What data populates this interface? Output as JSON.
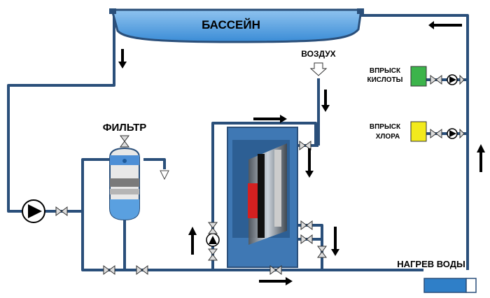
{
  "labels": {
    "pool": "БАССЕЙН",
    "air": "ВОЗДУХ",
    "filter": "ФИЛЬТР",
    "acid_line1": "ВПРЫСК",
    "acid_line2": "КИСЛОТЫ",
    "chlorine_line1": "ВПРЫСК",
    "chlorine_line2": "ХЛОРА",
    "heater": "НАГРЕВ ВОДЫ"
  },
  "colors": {
    "pipe": "#2a4f7a",
    "pool_water": "#4f9fe0",
    "pool_top": "#8fc3ef",
    "ozonator_body": "#3f78b4",
    "filter_top": "#4d8fd6",
    "filter_media": "#777777",
    "filter_bottom": "#5aa0e0",
    "acid_tank": "#3cb44b",
    "chlorine_tank": "#f2ea1d",
    "ozonator_core": "#d42020",
    "heater": "#2f7fc8"
  }
}
